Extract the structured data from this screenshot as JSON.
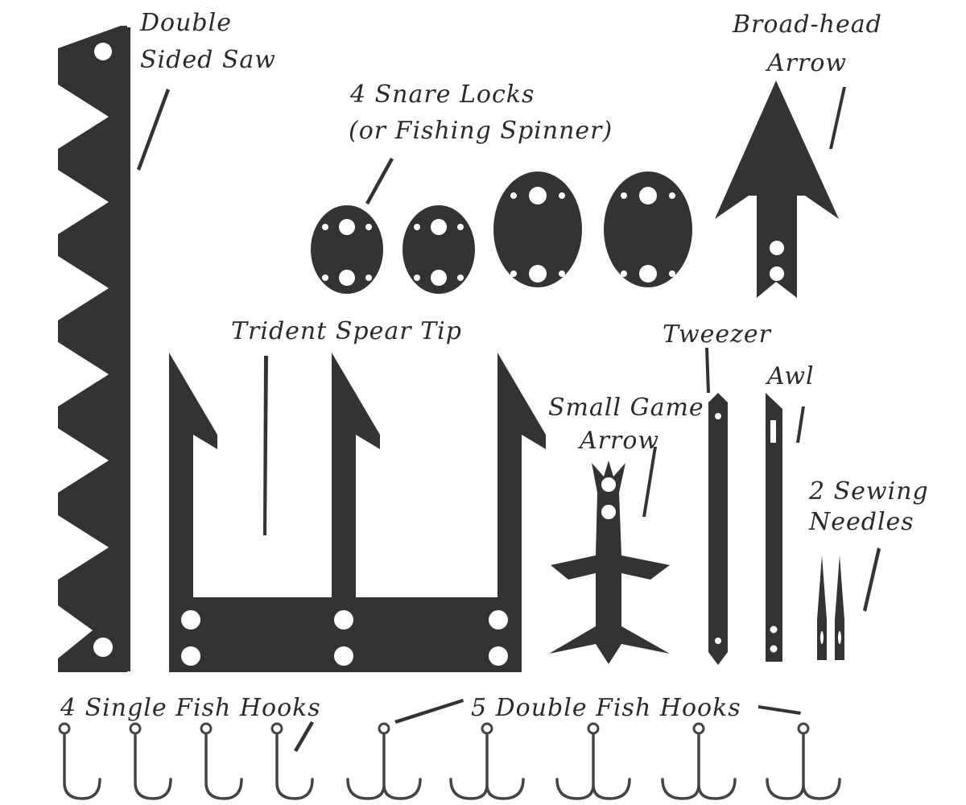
{
  "labels": {
    "saw_line1": "Double",
    "saw_line2": "Sided Saw",
    "snare_line1": "4 Snare Locks",
    "snare_line2": "(or Fishing Spinner)",
    "broad_line1": "Broad-head",
    "broad_line2": "Arrow",
    "trident": "Trident Spear Tip",
    "tweezer": "Tweezer",
    "awl": "Awl",
    "small_line1": "Small Game",
    "small_line2": "Arrow",
    "needles_line1": "2 Sewing",
    "needles_line2": "Needles",
    "single_hooks": "4 Single Fish Hooks",
    "double_hooks": "5 Double Fish Hooks"
  },
  "counts": {
    "snare_locks": 4,
    "single_fish_hooks": 4,
    "double_fish_hooks": 5,
    "sewing_needles": 2
  },
  "colors": {
    "tool_fill": "#333333",
    "hook_stroke": "#444444",
    "background": "#ffffff"
  }
}
